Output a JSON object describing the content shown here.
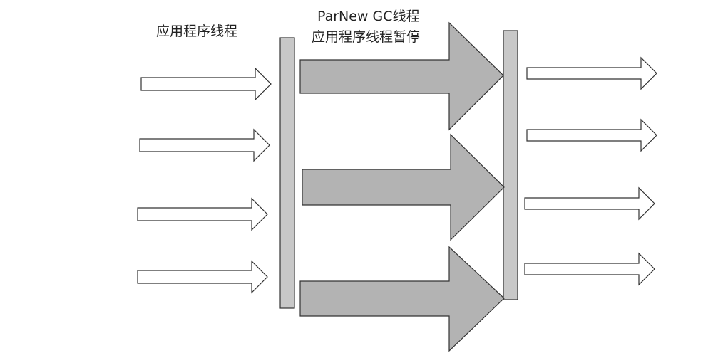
{
  "labels": {
    "app_threads": "应用程序线程",
    "gc_line1": "ParNew GC线程",
    "gc_line2": "应用程序线程暂停"
  },
  "colors": {
    "outline": "#333333",
    "gc_arrow_fill": "#b3b3b3",
    "barrier_fill": "#c8c8c8",
    "thread_arrow_fill": "#ffffff"
  },
  "diagram": {
    "app_thread_count_before": 4,
    "gc_thread_count": 3,
    "app_thread_count_after": 4
  }
}
